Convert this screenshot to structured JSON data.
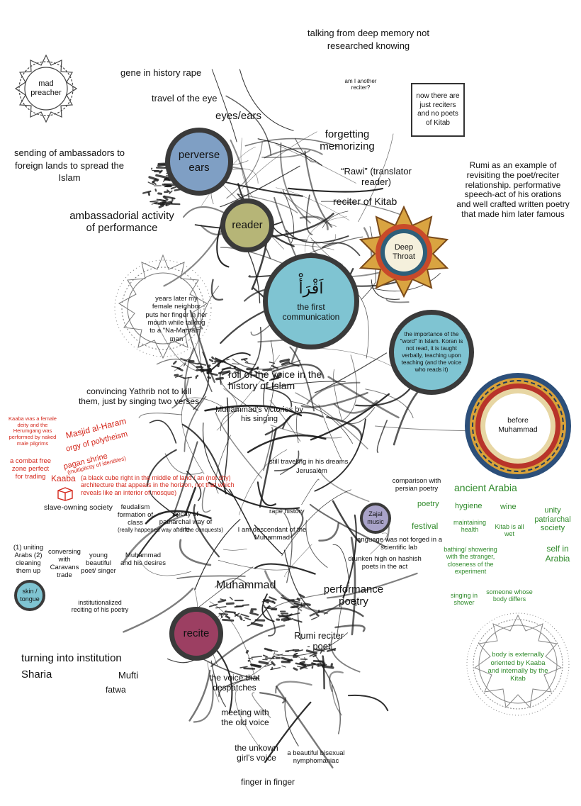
{
  "colors": {
    "red": "#d4271b",
    "green": "#2f8a2a",
    "circle_border": "#3a3a3a",
    "blue_circle": "#7f9fc4",
    "olive_circle": "#b6b577",
    "cyan_circle": "#7fc4d2",
    "purple_circle": "#a9a3c9",
    "maroon_circle": "#9c3f62"
  },
  "circles": {
    "perverse_ears": "perverse ears",
    "reader": "reader",
    "first_communication_glyph": "اَقْرَأْ",
    "first_communication": "the first communication",
    "word_in_islam": "the importance of the \"word\" in Islam. Koran is not read, it is taught verbally, teaching upon teaching (and the voice who reads it)",
    "zajal": "Zajal music",
    "skin_tongue": "skin / tongue",
    "recite": "recite"
  },
  "ornaments": {
    "mad_preacher": "mad preacher",
    "female_neighbor": "years later my female neighbor puts her finger in her mouth while talking to a \"Na-Mahram\" man",
    "deep_throat": "Deep Throat",
    "before_muhammad": "before Muhammad",
    "body_oriented": "body is externally oriented by Kaaba and internally by the Kitab"
  },
  "boxes": {
    "reciters_no_poets": "now there are just reciters and no poets of Kitab"
  },
  "labels": {
    "deep_memory": "talking from deep memory not researched knowing",
    "gene_history": "gene in history rape",
    "another_reciter": "am I another reciter?",
    "travel_eye": "travel of the eye",
    "eyes_ears": "eyes/ears",
    "forgetting": "forgetting memorizing",
    "ambassadors": "sending of ambassadors to foreign lands to spread the Islam",
    "rawi": "“Rawi” (translator reader)",
    "rumi_example": "Rumi as an example of revisiting the poet/reciter relationship. performative speech-act of his orations and well crafted written poetry that made him later famous",
    "reciter_kitab": "reciter of Kitab",
    "ambassadorial": "ambassadorial activity of performance",
    "roll_voice": "roll of the voice in the history of Islam",
    "yathrib": "convincing Yathrib not to kill them, just by singing two verses",
    "victories": "Muhammad's victories by his singing",
    "dreams": "still traveling in his dreams",
    "jerusalem": "Jerusalem",
    "persian": "comparison with persian poetry",
    "slave_society": "slave-owning society",
    "feudalism": "feudalism formation of class",
    "decay": "decay of patriarchal way of life",
    "after_conquests": "(really happened way after the conquests)",
    "rape_history": "rape history",
    "descendant": "I am descendant of the Muhammad",
    "language_lab": "language was not forged in a scientific lab",
    "drunken": "drunken high on hashish poets in the act",
    "uniting": "(1) uniting Arabs (2) cleaning them up",
    "conversing": "conversing with Caravans trade",
    "young_poet": "young beautiful poet/ singer",
    "desires": "Muhammad and his desires",
    "muhammad": "Muhammad",
    "performance_poetry": "performance poetry",
    "institutionalized": "institutionalized reciting of his poetry",
    "rumi_reciter": "Rumi reciter - poet",
    "turning_institution": "turning into institution",
    "sharia": "Sharia",
    "mufti": "Mufti",
    "fatwa": "fatwa",
    "voice_despatches": "the voice that despatches",
    "old_voice": "meeting with the old voice",
    "unknown_girl": "the unkown girl's voice",
    "bisexual": "a beautiful bisexual nymphomaniac",
    "finger": "finger in finger"
  },
  "red_labels": {
    "kaaba_deity": "Kaaba was a female deity and the Herumgang was performed by naked male pilgrims",
    "masjid": "Masjid al-Haram",
    "orgy": "orgy of polytheism",
    "pagan": "pagan shrine",
    "multiplicity": "(multiplicity of identities)",
    "combat": "a combat free zone perfect for trading",
    "kaaba": "Kaaba",
    "black_cube": "(a black cube right in the middle of land / an (not shy) architecture that appears in the horizon, not that which reveals like an interior of mosque)"
  },
  "green_labels": {
    "ancient_arabia": "ancient Arabia",
    "poetry": "poetry",
    "hygiene": "hygiene",
    "wine": "wine",
    "unity": "unity patriarchal society",
    "festival": "festival",
    "maintaining_health": "maintaining health",
    "kitab_wet": "Kitab is all wet",
    "self_arabia": "self in Arabia",
    "bathing": "bathing/ showering with the stranger, closeness of the experiment",
    "singing_shower": "singing in shower",
    "body_differs": "someone whose body differs"
  }
}
